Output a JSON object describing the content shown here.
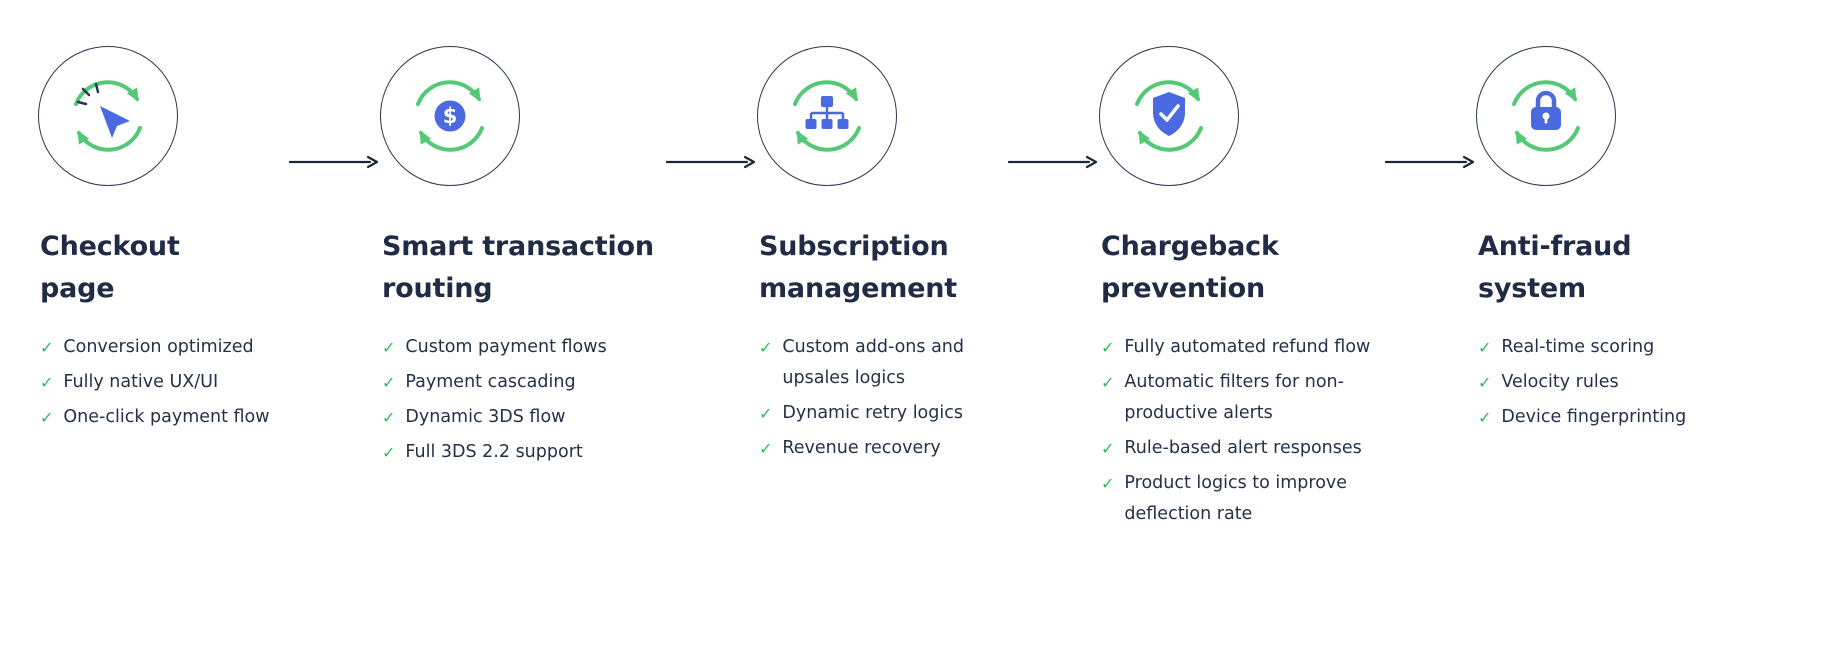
{
  "page": {
    "background": "#ffffff"
  },
  "colors": {
    "accent_green_check": "#2fba5f",
    "cycle_arrow_green": "#55c878",
    "accent_blue": "#4b69e0",
    "heading_text": "#1f2c44",
    "body_text": "#233249",
    "flow_arrow_dark": "#1c2738",
    "circle_outline": "#2a3950"
  },
  "icons": {
    "check": "✓"
  },
  "flow": {
    "steps": [
      {
        "title": "Checkout page",
        "title_lines": [
          "Checkout",
          "page"
        ],
        "icon": "cursor-click-icon",
        "items": [
          "Conversion optimized",
          "Fully native UX/UI",
          "One-click payment flow"
        ]
      },
      {
        "title": "Smart transaction routing",
        "title_lines": [
          "Smart transaction",
          "routing"
        ],
        "icon": "dollar-coin-icon",
        "items": [
          "Custom payment flows",
          "Payment cascading",
          "Dynamic 3DS flow",
          "Full 3DS 2.2 support"
        ]
      },
      {
        "title": "Subscription management",
        "title_lines": [
          "Subscription",
          "management"
        ],
        "icon": "sitemap-icon",
        "items": [
          "Custom add-ons and upsales logics",
          "Dynamic retry logics",
          "Revenue recovery"
        ]
      },
      {
        "title": "Chargeback prevention",
        "title_lines": [
          "Chargeback",
          "prevention"
        ],
        "icon": "shield-check-icon",
        "items": [
          "Fully automated refund flow",
          "Automatic filters for non-productive alerts",
          "Rule-based alert responses",
          "Product logics to improve deflection rate"
        ]
      },
      {
        "title": "Anti-fraud system",
        "title_lines": [
          "Anti-fraud",
          "system"
        ],
        "icon": "lock-icon",
        "items": [
          "Real-time scoring",
          "Velocity rules",
          "Device fingerprinting"
        ]
      }
    ]
  }
}
